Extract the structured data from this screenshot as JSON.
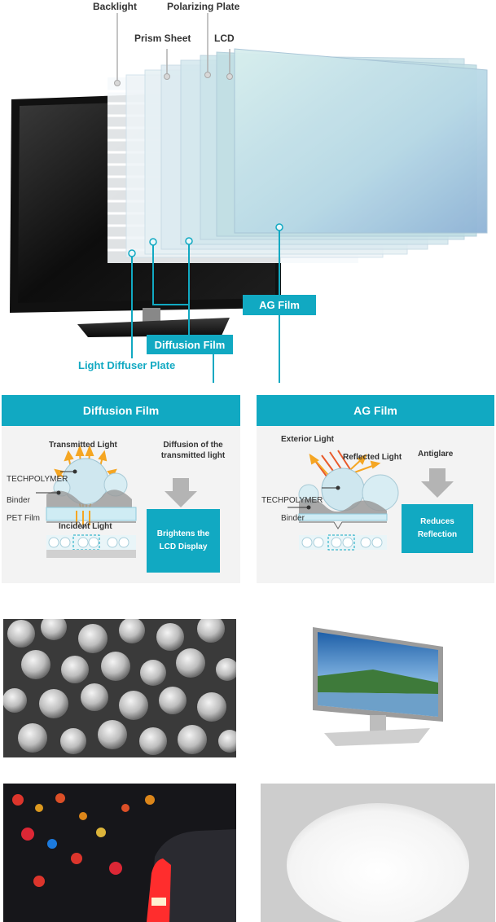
{
  "layers": {
    "backlight": "Backlight",
    "polarizing_plate": "Polarizing Plate",
    "prism_sheet": "Prism Sheet",
    "lcd": "LCD"
  },
  "callouts": {
    "ag_film": "AG Film",
    "diffusion_film": "Diffusion Film",
    "light_diffuser_plate": "Light Diffuser Plate"
  },
  "diffusion_panel": {
    "title": "Diffusion Film",
    "transmitted_light": "Transmitted Light",
    "diffusion_caption": "Diffusion of the\ntransmitted light",
    "techpolymer": "TECHPOLYMER",
    "binder": "Binder",
    "pet_film": "PET Film",
    "incident_light": "Incident Light",
    "result": "Brightens the\nLCD Display"
  },
  "ag_panel": {
    "title": "AG Film",
    "exterior_light": "Exterior Light",
    "reflected_light": "Reflected Light",
    "antiglare": "Antiglare",
    "techpolymer": "TECHPOLYMER",
    "binder": "Binder",
    "result": "Reduces\nReflection"
  },
  "colors": {
    "accent": "#11a9c2",
    "panel_bg": "#f3f3f3",
    "arrow": "#f5a623"
  }
}
